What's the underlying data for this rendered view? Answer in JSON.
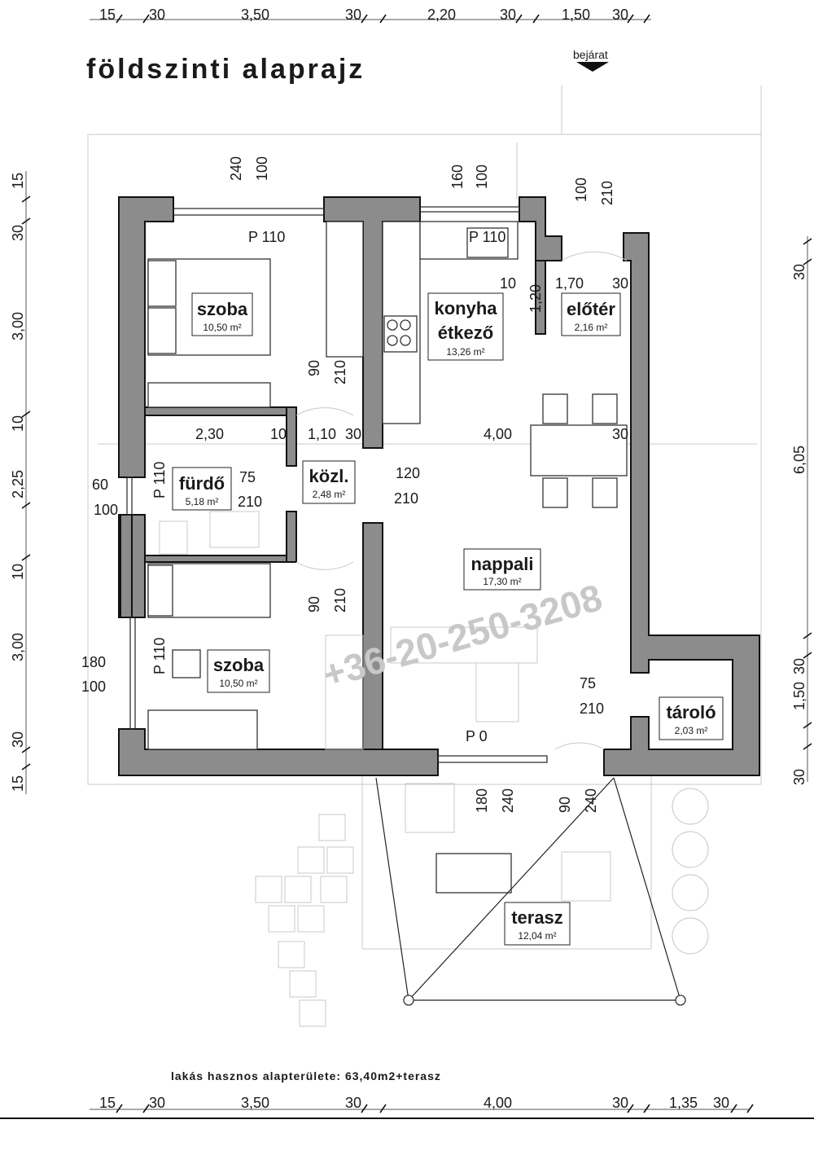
{
  "title": "földszinti alaprajz",
  "entrance_label": "bejárat",
  "footer_note": "lakás hasznos alapterülete: 63,40m2+terasz",
  "watermark": "+36-20-250-3208",
  "top_dims": [
    "15",
    "30",
    "3,50",
    "30",
    "2,20",
    "30",
    "1,50",
    "30"
  ],
  "bottom_dims": [
    "15",
    "30",
    "3,50",
    "30",
    "4,00",
    "30",
    "1,35",
    "30"
  ],
  "left_dims": [
    "15",
    "30",
    "3,00",
    "10",
    "2,25",
    "10",
    "3,00",
    "30",
    "15"
  ],
  "right_dims": [
    "30",
    "6,05",
    "30",
    "1,50",
    "30"
  ],
  "rooms": [
    {
      "name": "szoba",
      "area": "10,50 m²"
    },
    {
      "name": "konyha",
      "name2": "étkező",
      "area": "13,26 m²"
    },
    {
      "name": "előtér",
      "area": "2,16 m²"
    },
    {
      "name": "fürdő",
      "area": "5,18 m²"
    },
    {
      "name": "közl.",
      "area": "2,48 m²"
    },
    {
      "name": "nappali",
      "area": "17,30 m²"
    },
    {
      "name": "szoba",
      "area": "10,50 m²"
    },
    {
      "name": "tároló",
      "area": "2,03 m²"
    },
    {
      "name": "terasz",
      "area": "12,04 m²"
    }
  ],
  "inner_dims": {
    "window_240": "240",
    "window_100a": "100",
    "window_160": "160",
    "window_100b": "100",
    "door_100": "100",
    "door_210": "210",
    "p110_a": "P 110",
    "p110_b": "P 110",
    "p110_c": "P 110",
    "p110_d": "P 110",
    "p0": "P 0",
    "d_10a": "10",
    "d_120": "1,20",
    "d_170": "1,70",
    "d_30a": "30",
    "d_90a": "90",
    "d_210a": "210",
    "d_230": "2,30",
    "d_10b": "10",
    "d_110": "1,10",
    "d_30b": "30",
    "d_400": "4,00",
    "d_30c": "30",
    "d_60": "60",
    "d_100c": "100",
    "d_75a": "75",
    "d_210b": "210",
    "d_120b": "120",
    "d_210c": "210",
    "d_90b": "90",
    "d_210d": "210",
    "d_180": "180",
    "d_100d": "100",
    "d_75b": "75",
    "d_210e": "210",
    "d_180b": "180",
    "d_240b": "240",
    "d_90c": "90",
    "d_240c": "240"
  }
}
